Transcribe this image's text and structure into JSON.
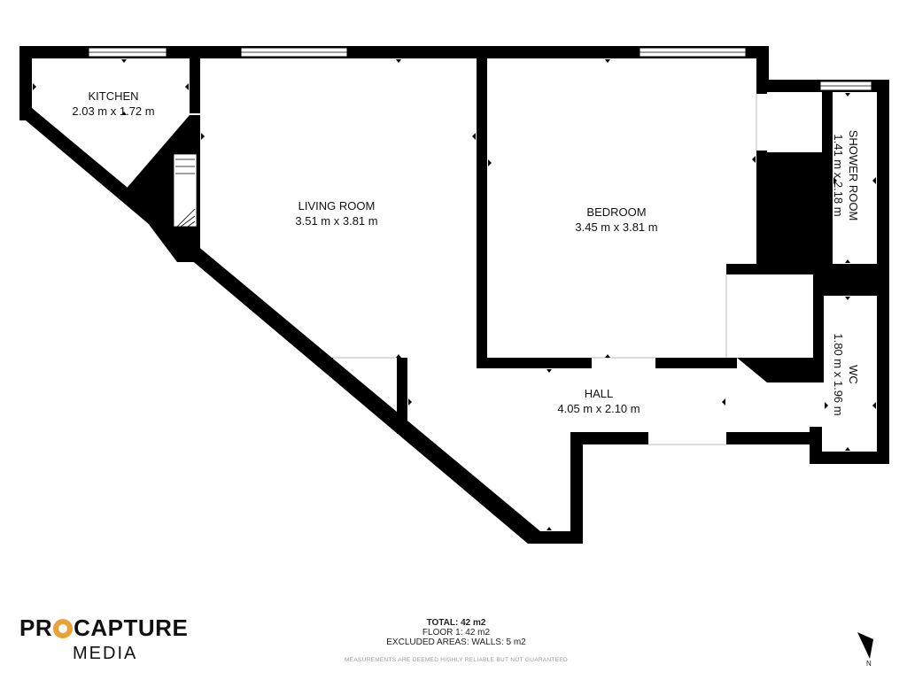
{
  "rooms": {
    "kitchen": {
      "name": "KITCHEN",
      "size": "2.03 m x 1.72 m"
    },
    "living_room": {
      "name": "LIVING ROOM",
      "size": "3.51 m x 3.81 m"
    },
    "bedroom": {
      "name": "BEDROOM",
      "size": "3.45 m x 3.81 m"
    },
    "shower_room": {
      "name": "SHOWER ROOM",
      "size": "1.41 m x 2.18 m"
    },
    "wc": {
      "name": "WC",
      "size": "1.80 m x 1.96 m"
    },
    "hall": {
      "name": "HALL",
      "size": "4.05 m x 2.10 m"
    }
  },
  "totals": {
    "total": "TOTAL: 42 m2",
    "floor": "FLOOR 1: 42 m2",
    "excluded": "EXCLUDED AREAS: WALLS: 5 m2"
  },
  "disclaimer": "MEASUREMENTS ARE DEEMED HIGHLY RELIABLE BUT NOT GUARANTEED",
  "logo": {
    "main_left": "PR",
    "main_right": "CAPTURE",
    "sub": "MEDIA"
  },
  "compass": {
    "label": "N"
  },
  "colors": {
    "wall": "#000000",
    "accent": "#e8a23a"
  }
}
